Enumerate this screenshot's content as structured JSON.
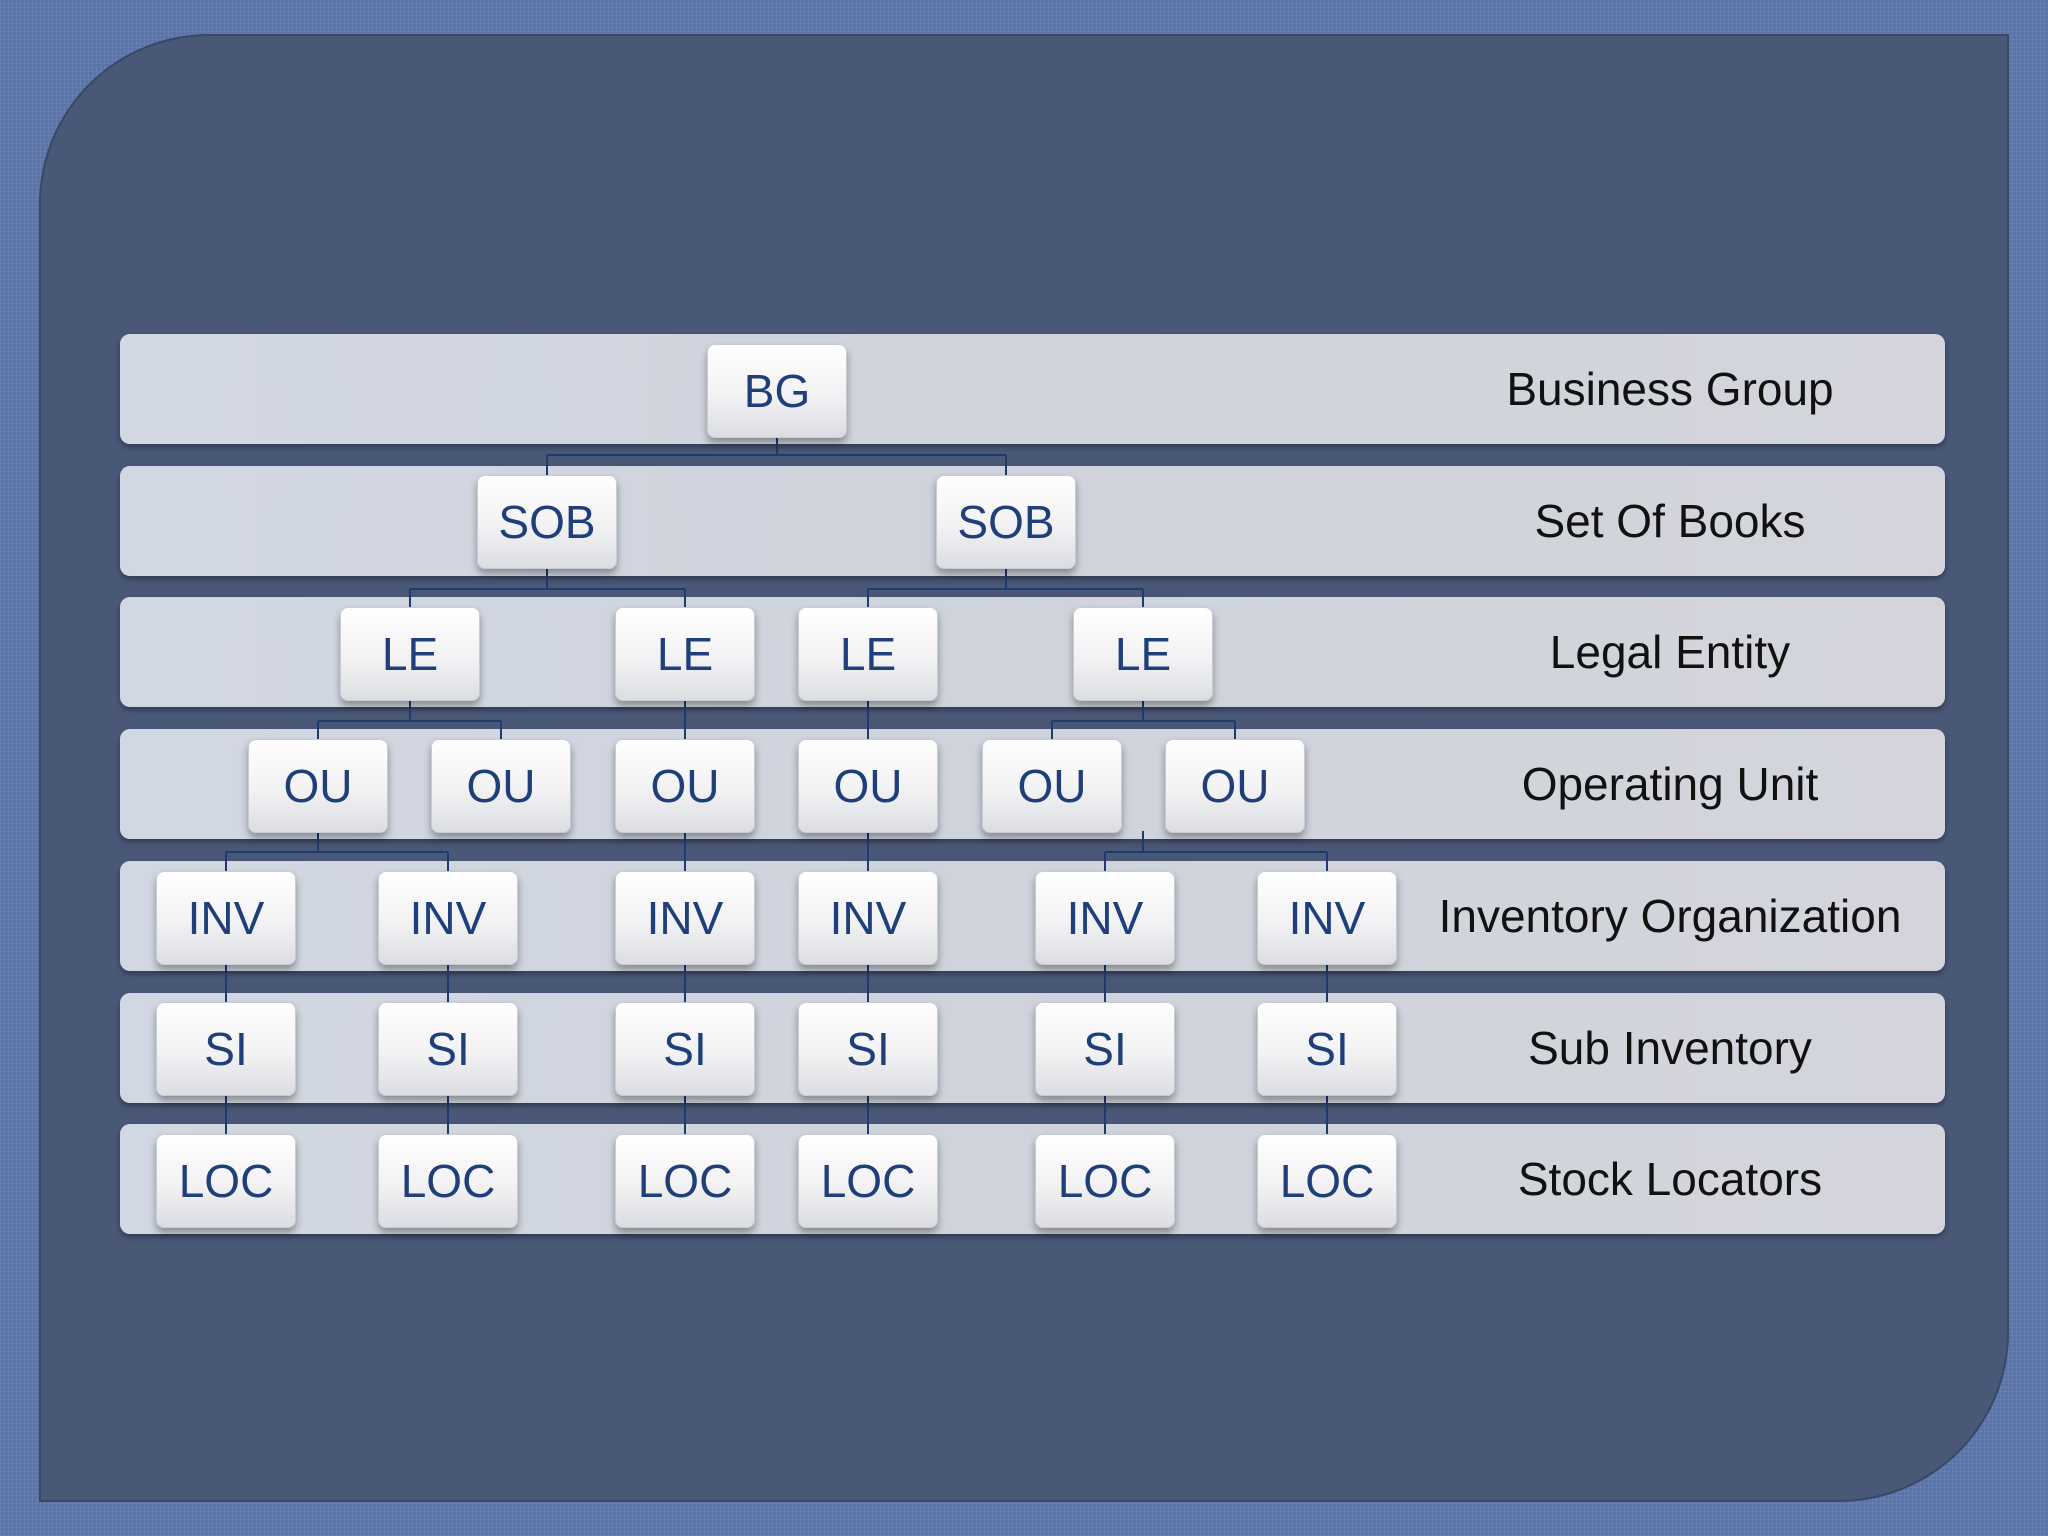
{
  "levels": [
    {
      "label": "Business Group",
      "nodes": [
        "BG"
      ]
    },
    {
      "label": "Set Of Books",
      "nodes": [
        "SOB",
        "SOB"
      ]
    },
    {
      "label": "Legal Entity",
      "nodes": [
        "LE",
        "LE",
        "LE",
        "LE"
      ]
    },
    {
      "label": "Operating Unit",
      "nodes": [
        "OU",
        "OU",
        "OU",
        "OU",
        "OU",
        "OU"
      ]
    },
    {
      "label": "Inventory Organization",
      "nodes": [
        "INV",
        "INV",
        "INV",
        "INV",
        "INV",
        "INV"
      ]
    },
    {
      "label": "Sub Inventory",
      "nodes": [
        "SI",
        "SI",
        "SI",
        "SI",
        "SI",
        "SI"
      ]
    },
    {
      "label": "Stock Locators",
      "nodes": [
        "LOC",
        "LOC",
        "LOC",
        "LOC",
        "LOC",
        "LOC"
      ]
    }
  ],
  "colors": {
    "node_text": "#1f3f7a",
    "label_text": "#111111",
    "connector": "#1f3a6e",
    "panel": "#4a5878"
  }
}
